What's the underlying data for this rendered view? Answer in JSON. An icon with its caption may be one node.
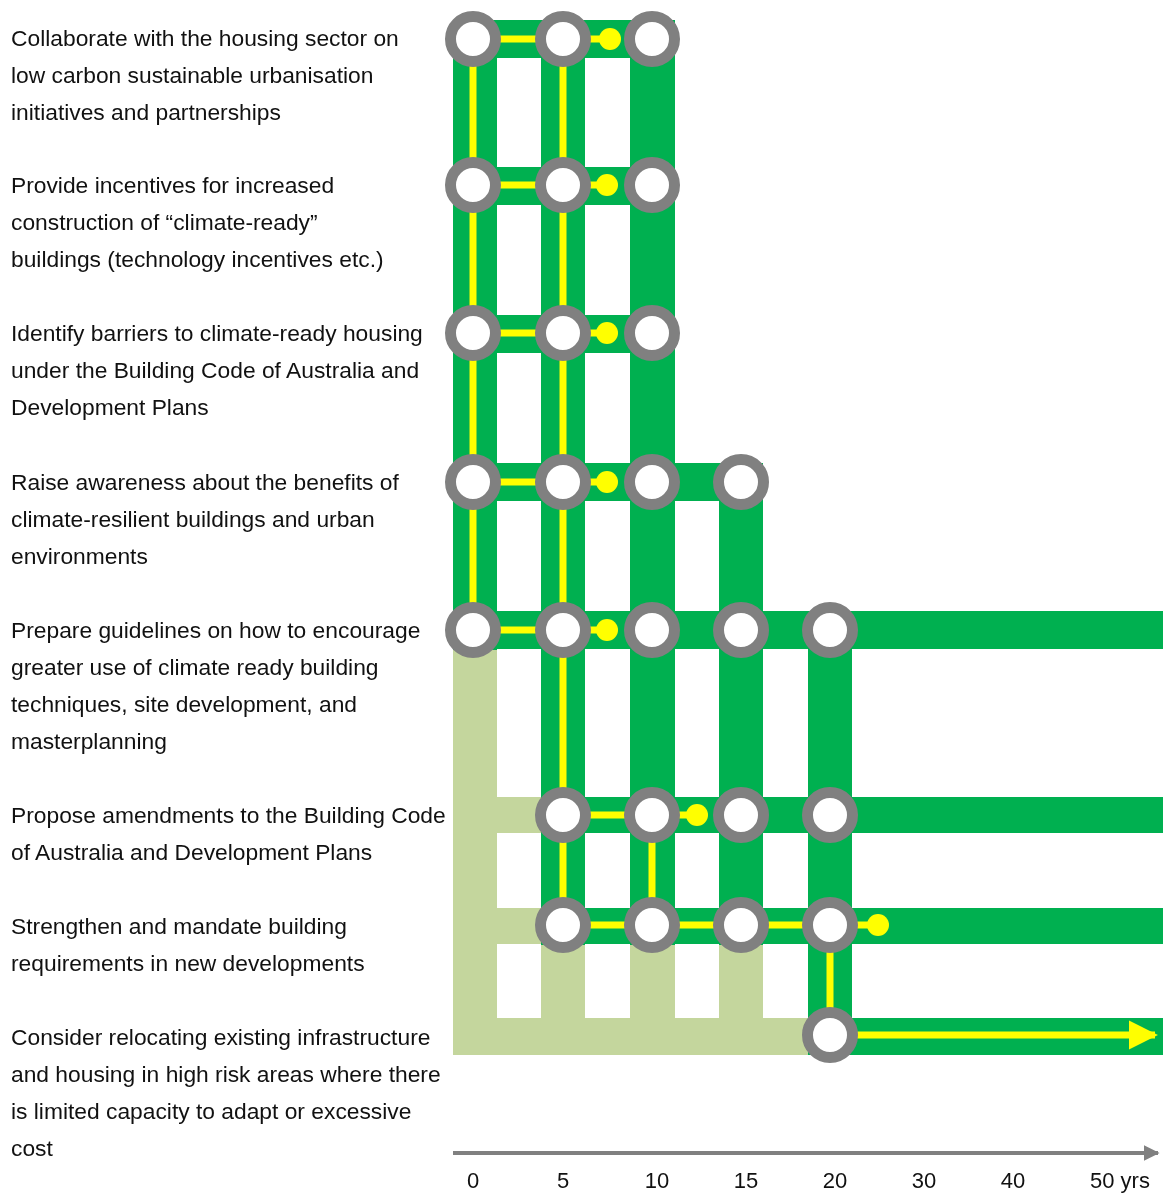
{
  "diagram": {
    "nodes": [
      {
        "text": [
          "Collaborate with the housing sector on low carbon sustainable urbanisation initiatives and partnerships"
        ]
      },
      {
        "text": [
          "Provide incentives for increased construction of “climate-ready” buildings (technology incentives etc.)"
        ]
      },
      {
        "text": [
          "Identify barriers to climate-ready housing under the Building Code of Australia and Development Plans"
        ]
      },
      {
        "text": [
          "Raise awareness about the benefits of climate-resilient buildings and urban environments"
        ]
      },
      {
        "text": [
          "Prepare guidelines on how to encourage greater use of climate ready building techniques, site development, and masterplanning"
        ]
      },
      {
        "text": [
          "Propose amendments to the Building Code of Australia and Development Plans"
        ]
      },
      {
        "text": [
          "Strengthen and mandate building requirements in new developments"
        ]
      },
      {
        "text": [
          "Consider relocating existing infrastructure and housing in high risk areas where there is limited capacity to adapt or excessive cost"
        ]
      },
      {
        "text": [],
        "shape": "circle"
      },
      {
        "text": [],
        "shape": "circle"
      },
      {
        "text": [],
        "shape": "dot"
      },
      {
        "text": [],
        "shape": "circle"
      },
      {
        "text": [],
        "shape": "circle"
      },
      {
        "text": [],
        "shape": "circle"
      },
      {
        "text": [],
        "shape": "dot"
      },
      {
        "text": [],
        "shape": "circle"
      },
      {
        "text": [],
        "shape": "circle"
      },
      {
        "text": [],
        "shape": "circle"
      },
      {
        "text": [],
        "shape": "dot"
      },
      {
        "text": [],
        "shape": "circle"
      },
      {
        "text": [],
        "shape": "circle"
      },
      {
        "text": [],
        "shape": "circle"
      },
      {
        "text": [],
        "shape": "dot"
      },
      {
        "text": [],
        "shape": "circle"
      },
      {
        "text": [],
        "shape": "circle"
      },
      {
        "text": [],
        "shape": "circle"
      },
      {
        "text": [],
        "shape": "circle"
      },
      {
        "text": [],
        "shape": "dot"
      },
      {
        "text": [],
        "shape": "circle"
      },
      {
        "text": [],
        "shape": "circle"
      },
      {
        "text": [],
        "shape": "circle"
      },
      {
        "text": [],
        "shape": "circle"
      },
      {
        "text": [],
        "shape": "circle"
      },
      {
        "text": [],
        "shape": "dot"
      },
      {
        "text": [],
        "shape": "circle"
      },
      {
        "text": [],
        "shape": "circle"
      },
      {
        "text": [],
        "shape": "circle"
      },
      {
        "text": [],
        "shape": "circle"
      },
      {
        "text": [],
        "shape": "circle"
      },
      {
        "text": [],
        "shape": "circle"
      },
      {
        "text": [],
        "shape": "dot"
      },
      {
        "text": [],
        "shape": "circle"
      }
    ],
    "edges": [
      {
        "from": 8,
        "to": 9,
        "arrow": "none"
      },
      {
        "from": 9,
        "to": 10,
        "arrow": "none"
      },
      {
        "from": 12,
        "to": 13,
        "arrow": "none"
      },
      {
        "from": 13,
        "to": 14,
        "arrow": "none"
      },
      {
        "from": 16,
        "to": 17,
        "arrow": "none"
      },
      {
        "from": 17,
        "to": 18,
        "arrow": "none"
      },
      {
        "from": 20,
        "to": 21,
        "arrow": "none"
      },
      {
        "from": 21,
        "to": 22,
        "arrow": "none"
      },
      {
        "from": 25,
        "to": 26,
        "arrow": "none"
      },
      {
        "from": 26,
        "to": 27,
        "arrow": "none"
      },
      {
        "from": 31,
        "to": 32,
        "arrow": "none"
      },
      {
        "from": 32,
        "to": 33,
        "arrow": "none"
      },
      {
        "from": 36,
        "to": 37,
        "arrow": "none"
      },
      {
        "from": 37,
        "to": 38,
        "arrow": "none"
      },
      {
        "from": 38,
        "to": 39,
        "arrow": "none"
      },
      {
        "from": 39,
        "to": 40,
        "arrow": "none"
      },
      {
        "from": 41,
        "to": null,
        "arrow": "to"
      },
      {
        "from": 8,
        "to": 12,
        "arrow": "none"
      },
      {
        "from": 12,
        "to": 16,
        "arrow": "none"
      },
      {
        "from": 16,
        "to": 20,
        "arrow": "none"
      },
      {
        "from": 20,
        "to": 25,
        "arrow": "none"
      },
      {
        "from": 9,
        "to": 13,
        "arrow": "none"
      },
      {
        "from": 13,
        "to": 17,
        "arrow": "none"
      },
      {
        "from": 17,
        "to": 21,
        "arrow": "none"
      },
      {
        "from": 21,
        "to": 26,
        "arrow": "none"
      },
      {
        "from": 26,
        "to": 31,
        "arrow": "none"
      },
      {
        "from": 31,
        "to": 36,
        "arrow": "none"
      },
      {
        "from": 32,
        "to": 37,
        "arrow": "none"
      },
      {
        "from": 39,
        "to": 41,
        "arrow": "none"
      }
    ],
    "labels": [
      "0",
      "5",
      "10",
      "15",
      "20",
      "30",
      "40",
      "50 yrs"
    ]
  }
}
